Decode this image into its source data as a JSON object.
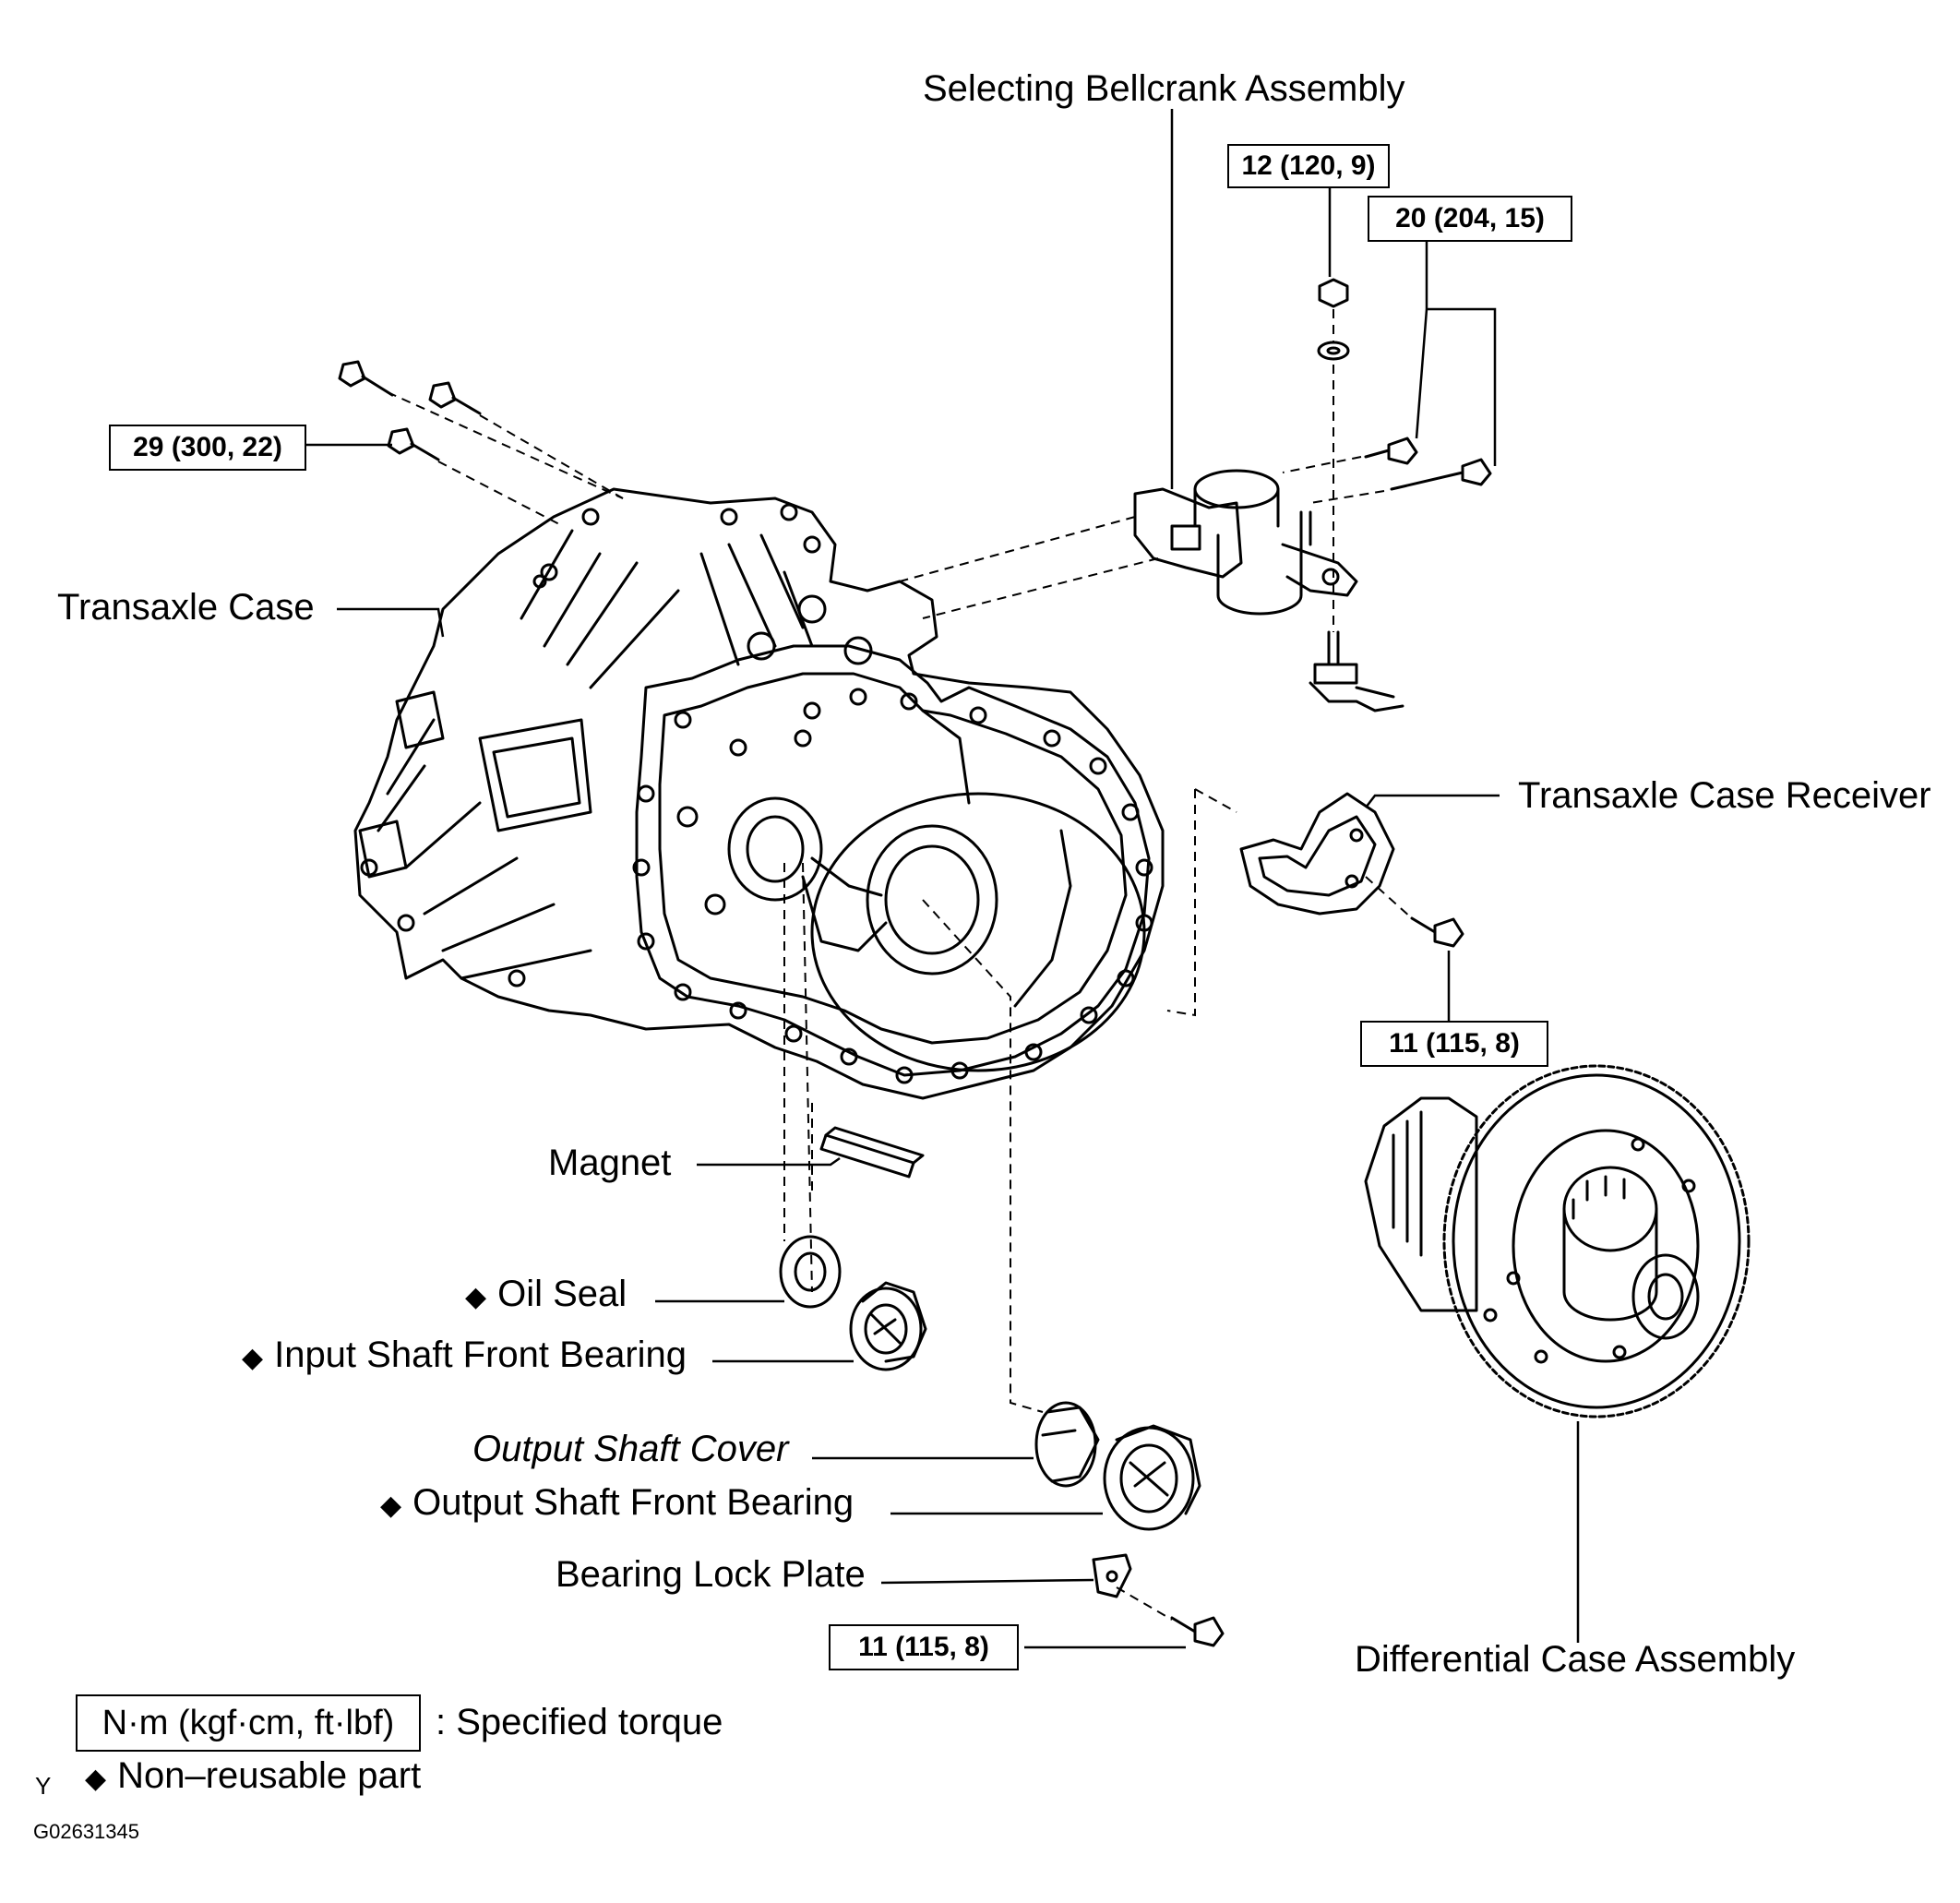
{
  "labels": {
    "selecting_bellcrank": "Selecting Bellcrank Assembly",
    "transaxle_case": "Transaxle Case",
    "transaxle_case_receiver": "Transaxle Case Receiver",
    "magnet": "Magnet",
    "oil_seal": "Oil Seal",
    "input_bearing": "Input Shaft Front Bearing",
    "output_cover": "Output Shaft Cover",
    "output_bearing": "Output Shaft Front Bearing",
    "bearing_lock_plate": "Bearing Lock Plate",
    "differential": "Differential Case Assembly"
  },
  "torques": {
    "t_case_bolts": "29 (300, 22)",
    "t_nut": "12 (120, 9)",
    "t_bellcrank_bolts": "20 (204, 15)",
    "t_receiver_bolt": "11 (115, 8)",
    "t_lockplate_bolt": "11 (115, 8)"
  },
  "legend": {
    "torque_unit": "N·m (kgf·cm, ft·lbf)",
    "torque_text": ": Specified torque",
    "nonreusable_symbol": "◆",
    "nonreusable_text": "Non–reusable part"
  },
  "footer": {
    "corner_letter": "Y",
    "figure_id": "G02631345"
  }
}
